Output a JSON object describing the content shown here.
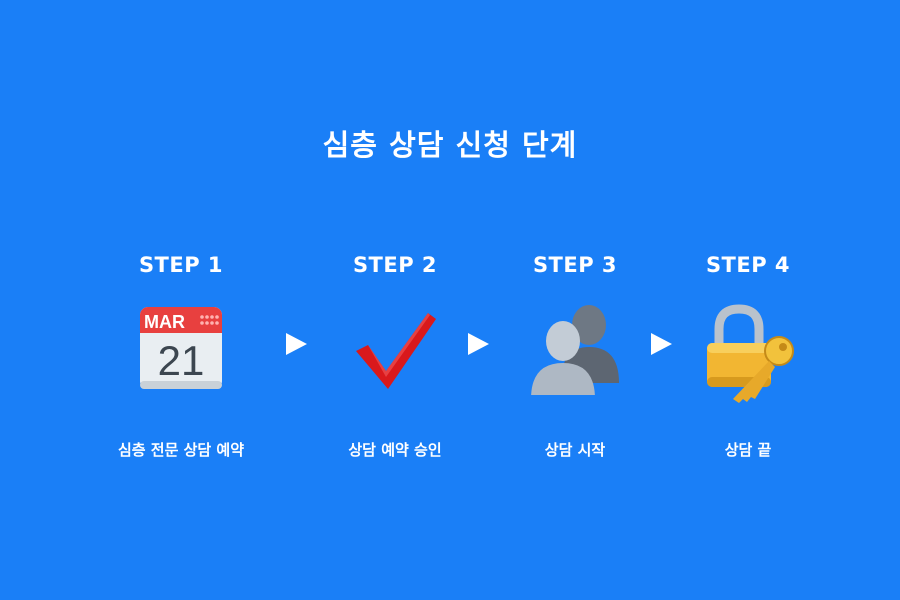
{
  "title": "심층 상담 신청 단계",
  "steps": [
    {
      "label": "STEP 1",
      "description": "심층 전문 상담 예약",
      "icon": "calendar-icon",
      "calendar_month": "MAR",
      "calendar_day": "21"
    },
    {
      "label": "STEP 2",
      "description": "상담 예약 승인",
      "icon": "check-mark-icon"
    },
    {
      "label": "STEP 3",
      "description": "상담 시작",
      "icon": "people-icon"
    },
    {
      "label": "STEP 4",
      "description": "상담 끝",
      "icon": "lock-key-icon"
    }
  ],
  "colors": {
    "background": "#1a7ff7",
    "text": "#ffffff",
    "calendar_red": "#e8403f",
    "check_red": "#d9191c",
    "lock_gold": "#f2b632"
  }
}
